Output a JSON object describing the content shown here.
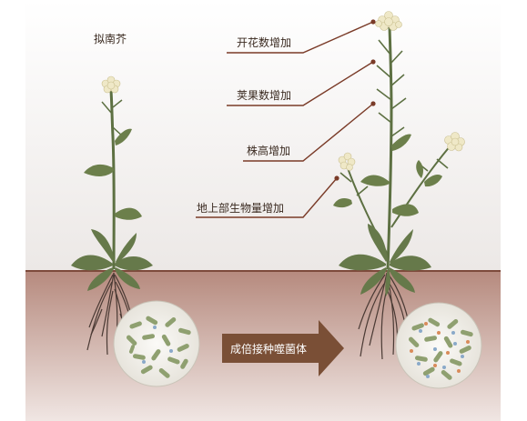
{
  "title": "拟南芥",
  "labels": [
    "开花数增加",
    "荚果数增加",
    "株高增加",
    "地上部生物量增加"
  ],
  "arrow_label": "成倍接种噬菌体",
  "colors": {
    "sky": "#f3f1f0",
    "soil": "#b4877b",
    "soil_deep": "#8e6a60",
    "stem": "#5d7042",
    "leaf": "#6c7f4b",
    "flower": "#efe8c7",
    "root": "#4a3a34",
    "arrow": "#7a4f36",
    "leader": "#7a3b28"
  }
}
